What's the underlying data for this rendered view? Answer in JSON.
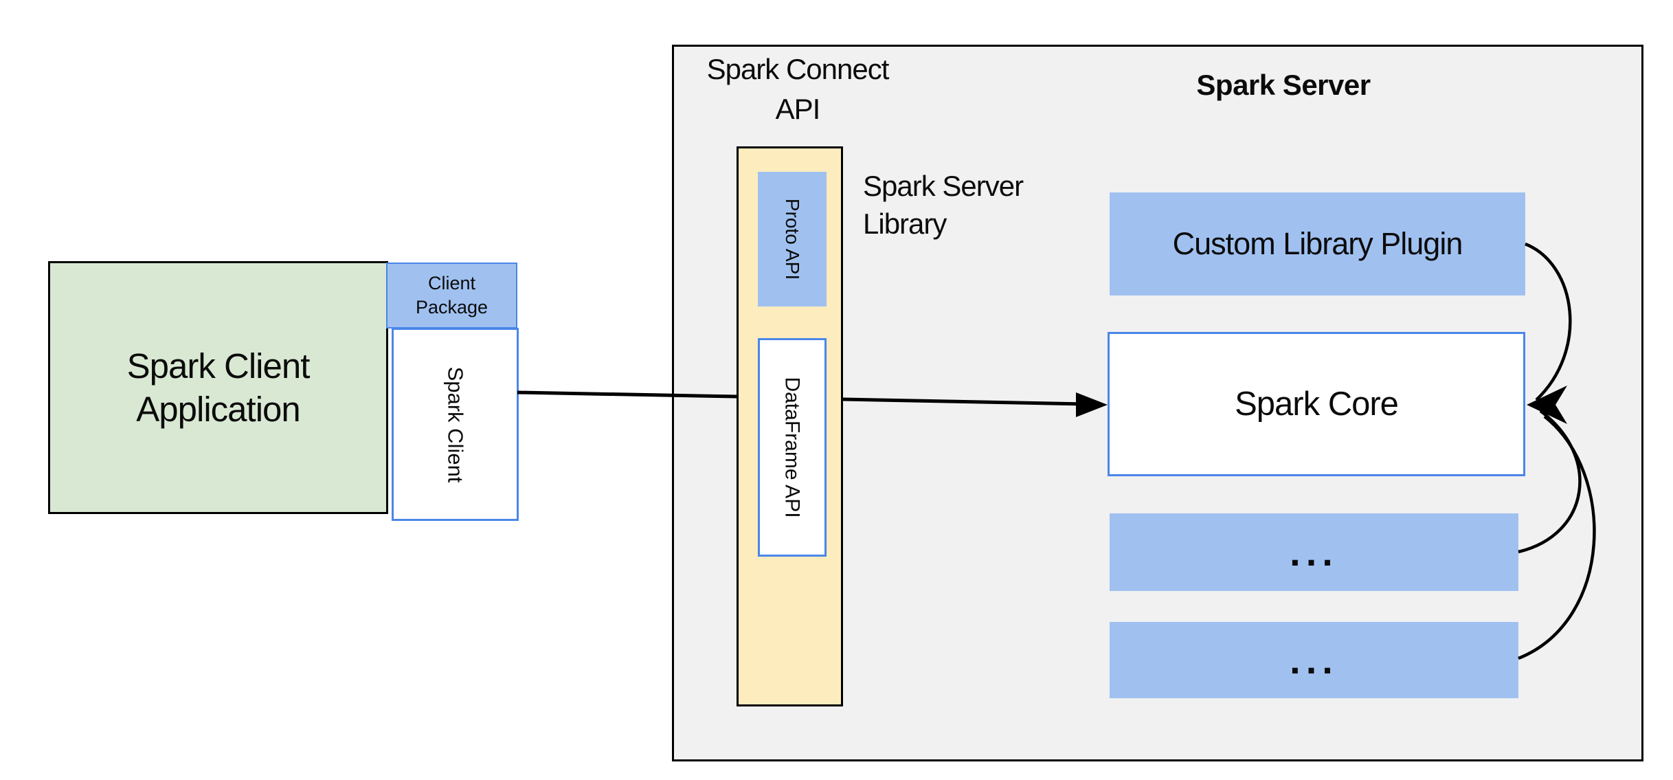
{
  "colors": {
    "background": "#ffffff",
    "panel_fill": "#f1f1f2",
    "panel_border": "#000000",
    "green_fill": "#d9e8d3",
    "green_border": "#000000",
    "blue_fill": "#a0c1f0",
    "blue_border": "#4a86e8",
    "yellow_fill": "#fcecbe",
    "arrow": "#000000"
  },
  "client": {
    "application_line1": "Spark Client",
    "application_line2": "Application",
    "package_line1": "Client",
    "package_line2": "Package",
    "spark_client_label": "Spark Client"
  },
  "connect": {
    "title_line1": "Spark Connect",
    "title_line2": "API",
    "proto_api_label": "Proto API",
    "dataframe_api_label": "DataFrame API",
    "library_line1": "Spark Server",
    "library_line2": "Library"
  },
  "server": {
    "title": "Spark Server",
    "plugin_label": "Custom Library Plugin",
    "core_label": "Spark Core",
    "more_label_1": "...",
    "more_label_2": "..."
  }
}
